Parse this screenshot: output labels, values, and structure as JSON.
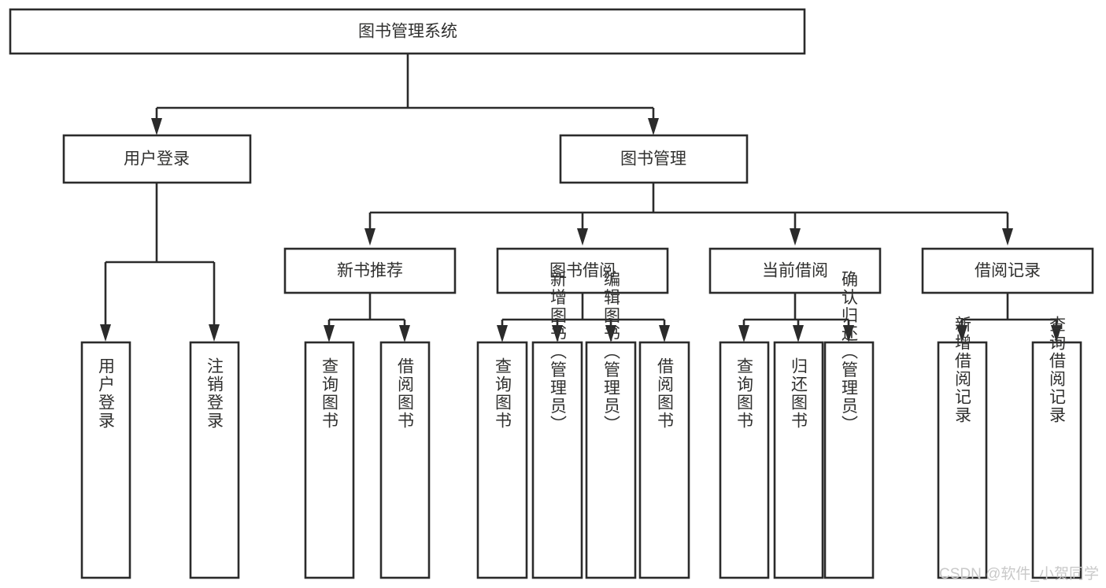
{
  "diagram": {
    "title": "图书管理系统",
    "type": "功能结构图",
    "watermark": "CSDN @软件_小贺同学",
    "colors": {
      "stroke": "#2b2b2b",
      "box_fill": "#ffffff",
      "text": "#30302f",
      "watermark": "#c9c9c9",
      "background": "#ffffff"
    },
    "root": {
      "label": "图书管理系统",
      "children": [
        {
          "label": "用户登录",
          "children": [
            {
              "label": "用户登录"
            },
            {
              "label": "注销登录"
            }
          ]
        },
        {
          "label": "图书管理",
          "children": [
            {
              "label": "新书推荐",
              "children": [
                {
                  "label": "查询图书"
                },
                {
                  "label": "借阅图书"
                }
              ]
            },
            {
              "label": "图书借阅",
              "children": [
                {
                  "label": "查询图书"
                },
                {
                  "label": "新增图书（管理员）"
                },
                {
                  "label": "编辑图书（管理员）"
                },
                {
                  "label": "借阅图书"
                }
              ]
            },
            {
              "label": "当前借阅",
              "children": [
                {
                  "label": "查询图书"
                },
                {
                  "label": "归还图书"
                },
                {
                  "label": "确认归还（管理员）"
                }
              ]
            },
            {
              "label": "借阅记录",
              "children": [
                {
                  "label": "新增借阅记录"
                },
                {
                  "label": "查询借阅记录"
                }
              ]
            }
          ]
        }
      ]
    },
    "nodes": {
      "root": "图书管理系统",
      "l1_user_login": "用户登录",
      "l1_book_manage": "图书管理",
      "l2_new_book_rec": "新书推荐",
      "l2_book_borrow": "图书借阅",
      "l2_current_borrow": "当前借阅",
      "l2_borrow_record": "借阅记录",
      "leaf_user_login": "用户登录",
      "leaf_logout": "注销登录",
      "leaf_rec_query_book": "查询图书",
      "leaf_rec_borrow_book": "借阅图书",
      "leaf_borrow_query_book": "查询图书",
      "leaf_borrow_add_book": "新增图书（管理员）",
      "leaf_borrow_edit_book": "编辑图书（管理员）",
      "leaf_borrow_borrow_book": "借阅图书",
      "leaf_cur_query_book": "查询图书",
      "leaf_cur_return_book": "归还图书",
      "leaf_cur_confirm_return": "确认归还（管理员）",
      "leaf_rec_add_record": "新增借阅记录",
      "leaf_rec_query_record": "查询借阅记录"
    }
  }
}
